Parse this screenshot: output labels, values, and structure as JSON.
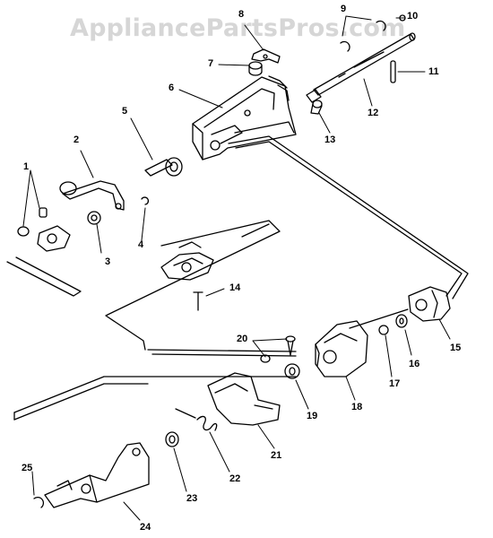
{
  "watermark": "AppliancePartsPros.com",
  "callouts": [
    "1",
    "2",
    "3",
    "4",
    "5",
    "6",
    "7",
    "8",
    "9",
    "10",
    "11",
    "12",
    "13",
    "14",
    "15",
    "16",
    "17",
    "18",
    "19",
    "20",
    "21",
    "22",
    "23",
    "24",
    "25"
  ]
}
